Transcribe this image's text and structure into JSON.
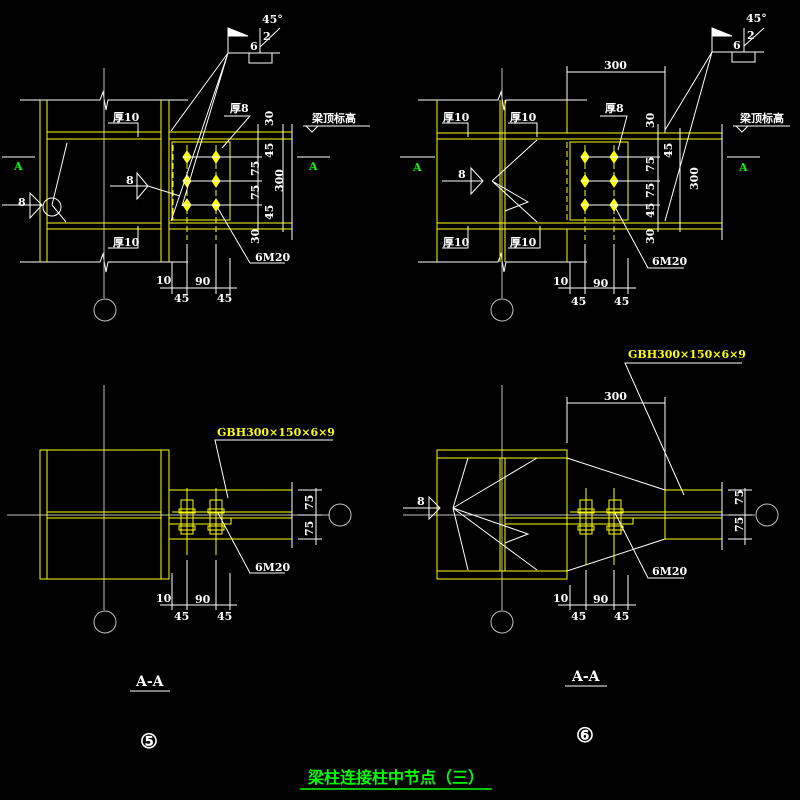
{
  "colors": {
    "steel": "#ffff00",
    "annotation": "#ffffff",
    "section_marker": "#00ff00",
    "title": "#00ff00",
    "axis": "#c0c0c0",
    "background": "#000000"
  },
  "title": "梁柱连接柱中节点（三）",
  "weld_symbol": {
    "angle": "45°",
    "gap": "2",
    "size": "6"
  },
  "node5": {
    "top": {
      "section_mark_left": "A",
      "section_mark_right": "A",
      "flange_thk_top": "厚10",
      "flange_thk_bottom": "厚10",
      "plate_thk": "厚8",
      "bolts": "6M20",
      "elevation": "梁顶标高",
      "weld_left": "8",
      "weld_mid": "8",
      "vdims": [
        "30",
        "45",
        "75",
        "75",
        "45",
        "30"
      ],
      "vdim_total": "300",
      "hdims": {
        "edge": "10",
        "pitch": "90",
        "left": "45",
        "right": "45"
      }
    },
    "bottom": {
      "beam_label": "GBH300×150×6×9",
      "bolts": "6M20",
      "vdims": [
        "75",
        "75"
      ],
      "hdims": {
        "edge": "10",
        "pitch": "90",
        "left": "45",
        "right": "45"
      },
      "section_title": "A-A"
    },
    "number": "⑤"
  },
  "node6": {
    "top": {
      "section_mark_left": "A",
      "section_mark_right": "A",
      "flange_thk": [
        "厚10",
        "厚10",
        "厚10",
        "厚10"
      ],
      "plate_thk": "厚8",
      "bolts": "6M20",
      "elevation": "梁顶标高",
      "weld": "8",
      "haunch_length": "300",
      "vdims": [
        "30",
        "45",
        "75",
        "75",
        "45",
        "30"
      ],
      "vdim_total": "300",
      "hdims": {
        "edge": "10",
        "pitch": "90",
        "left": "45",
        "right": "45"
      }
    },
    "bottom": {
      "beam_label": "GBH300×150×6×9",
      "bolts": "6M20",
      "haunch_length": "300",
      "weld": "8",
      "vdims": [
        "75",
        "75"
      ],
      "hdims": {
        "edge": "10",
        "pitch": "90",
        "left": "45",
        "right": "45"
      },
      "section_title": "A-A"
    },
    "number": "⑥"
  }
}
